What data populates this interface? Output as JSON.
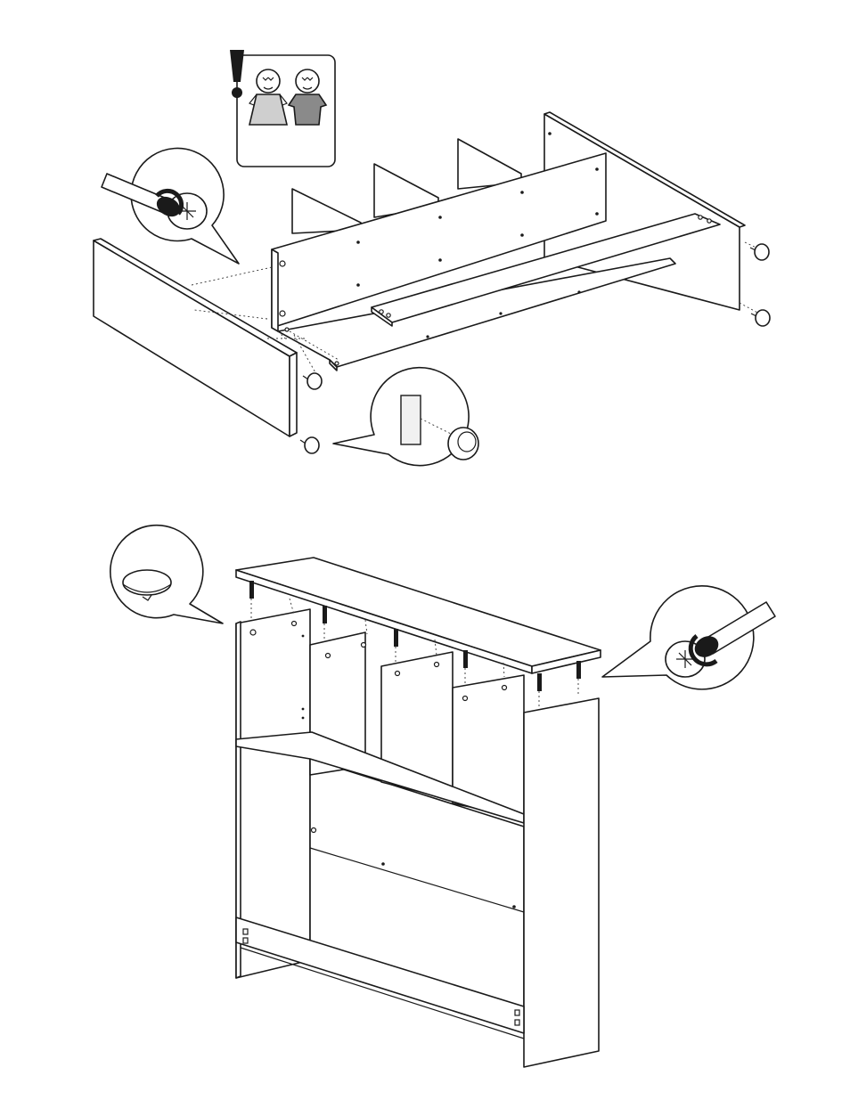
{
  "document": {
    "type": "assembly-instructions",
    "steps": [
      {
        "id": "step-1",
        "notice": {
          "icon": "two-person-assembly-warning-icon",
          "symbol": "exclamation-icon",
          "people_colors": [
            "#cfcfcf",
            "#8a8a8a"
          ]
        },
        "tools": [
          "screwdriver-icon",
          "cam-lock-icon"
        ],
        "hardware": [
          "foot-glide-icon"
        ],
        "foot_glide_count": 4
      },
      {
        "id": "step-2",
        "tools": [
          "screwdriver-icon",
          "cam-lock-icon"
        ],
        "hardware": [
          "cam-dowel-icon",
          "cam-cover-cap-icon"
        ],
        "dowel_count": 6
      }
    ],
    "palette": {
      "line": "#1a1a1a",
      "paper": "#ffffff"
    }
  }
}
